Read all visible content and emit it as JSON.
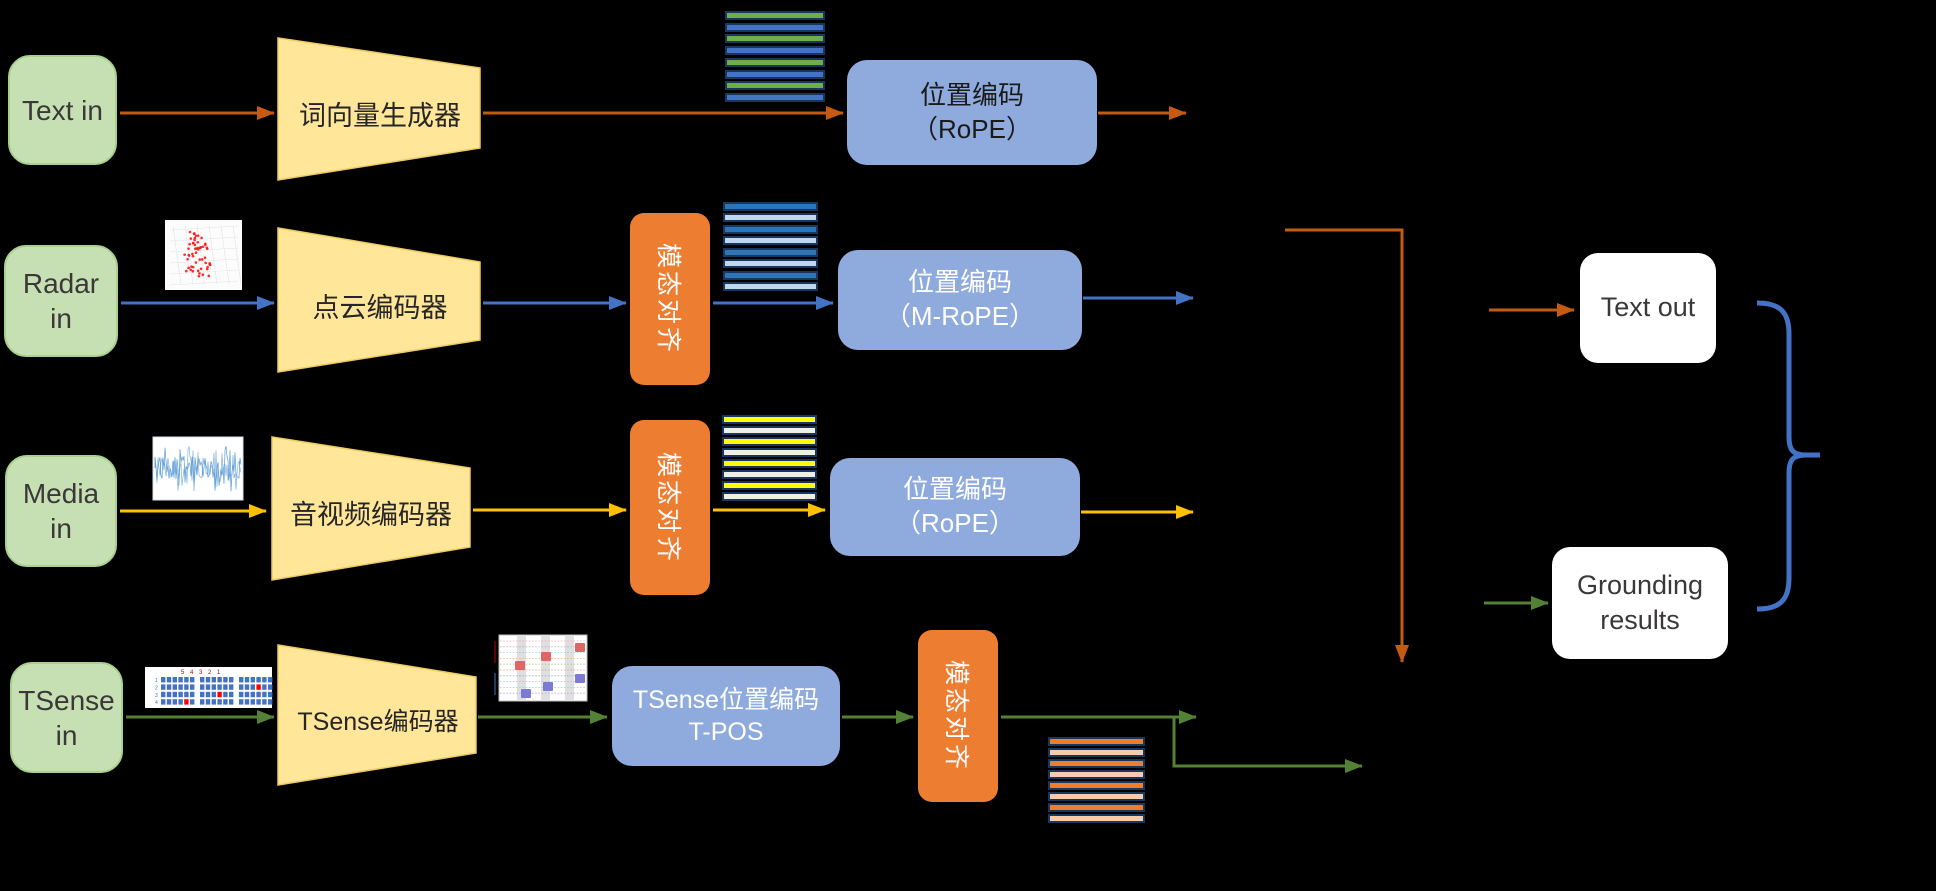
{
  "inputs": {
    "text": {
      "label": "Text in"
    },
    "radar": {
      "line1": "Radar",
      "line2": "in"
    },
    "media": {
      "line1": "Media",
      "line2": "in"
    },
    "tsense": {
      "line1": "TSense",
      "line2": "in"
    }
  },
  "encoders": {
    "text": "词向量生成器",
    "radar": "点云编码器",
    "media": "音视频编码器",
    "tsense": "TSense编码器"
  },
  "pos": {
    "text": {
      "line1": "位置编码",
      "line2": "（RoPE）"
    },
    "radar": {
      "line1": "位置编码",
      "line2": "（M-RoPE）"
    },
    "media": {
      "line1": "位置编码",
      "line2": "（RoPE）"
    },
    "tsense": {
      "line1": "TSense位置编码",
      "line2": "T-POS"
    }
  },
  "align": {
    "label": "模态对齐"
  },
  "outputs": {
    "text_out": {
      "label": "Text out"
    },
    "grounding": {
      "line1": "Grounding",
      "line2": "results"
    }
  },
  "palette": {
    "background": "#000000",
    "input_box": "#C6E0B4",
    "encoder_trapezoid": "#FFE699",
    "position_box": "#8FAADC",
    "alignment_box": "#ED7D31",
    "text_flow_arrow": "#C55A11",
    "radar_flow_arrow": "#4472C4",
    "media_flow_arrow": "#FFC000",
    "tsense_flow_arrow": "#538135",
    "brace": "#4472C4",
    "token_colors": {
      "text": [
        "#70AD47",
        "#4472C4"
      ],
      "radar": [
        "#2E75B6",
        "#BDD7EE"
      ],
      "media": [
        "#FFFF00",
        "#EFEFE3"
      ],
      "tsense": [
        "#ED7D31",
        "#F8CBAD"
      ]
    }
  }
}
